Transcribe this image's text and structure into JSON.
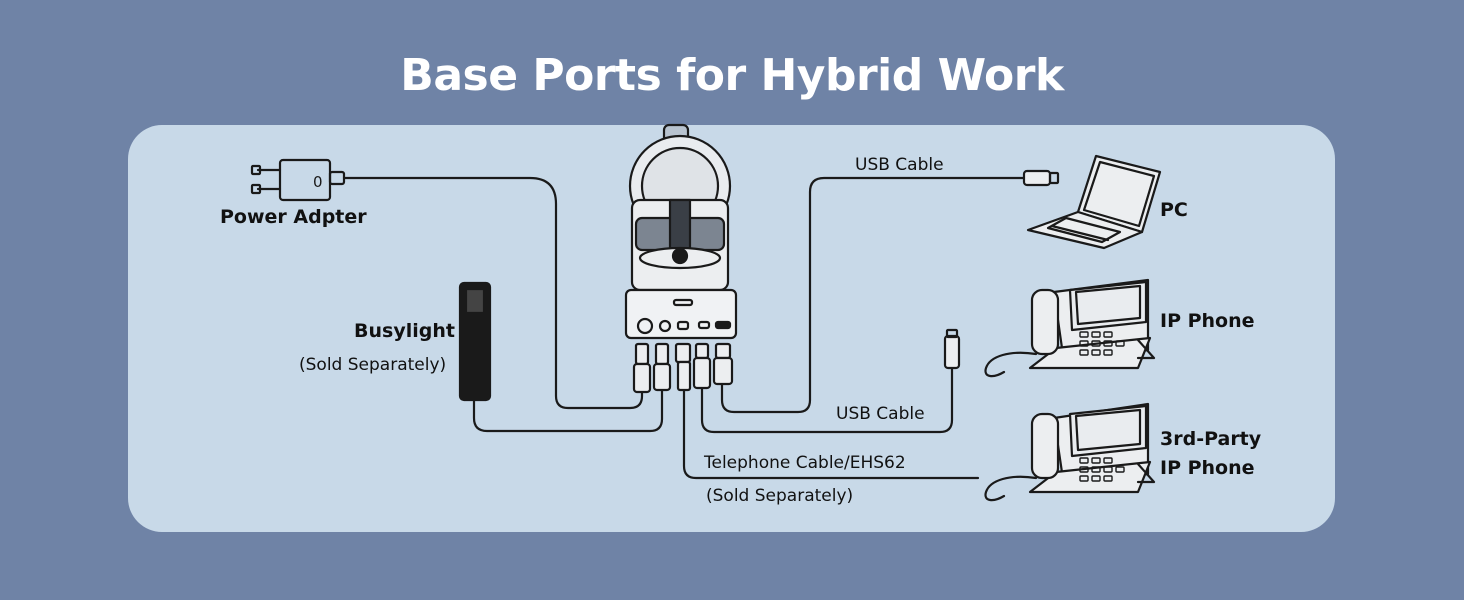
{
  "title": "Base Ports for Hybrid Work",
  "labels": {
    "power_adapter": "Power Adpter",
    "power_switch": "0",
    "busylight": "Busylight",
    "busylight_note": "(Sold Separately)",
    "usb_cable_pc": "USB Cable",
    "usb_cable_phone": "USB Cable",
    "pc": "PC",
    "ip_phone": "IP Phone",
    "third_party_line1": "3rd-Party",
    "third_party_line2": "IP Phone",
    "telephone_cable": "Telephone Cable/EHS62",
    "telephone_cable_note": "(Sold Separately)"
  },
  "colors": {
    "background": "#6f83a6",
    "panel": "#c8d9e8",
    "line": "#1a1a1a",
    "title_text": "#ffffff"
  }
}
